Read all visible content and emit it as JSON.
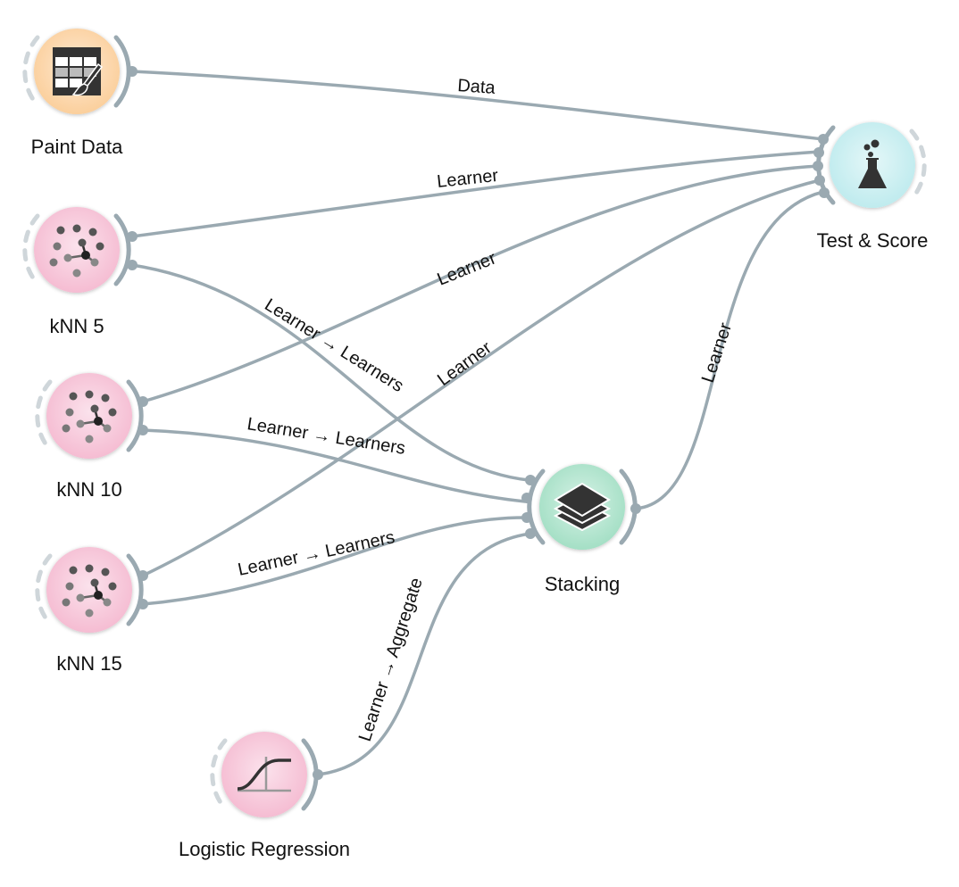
{
  "canvas": {
    "nodes": [
      {
        "id": "paint-data",
        "label": "Paint Data",
        "icon": "paint-data-icon",
        "color": "#fbd5a6"
      },
      {
        "id": "knn-5",
        "label": "kNN 5",
        "icon": "knn-icon",
        "color": "#f7c6d8"
      },
      {
        "id": "knn-10",
        "label": "kNN 10",
        "icon": "knn-icon",
        "color": "#f7c6d8"
      },
      {
        "id": "knn-15",
        "label": "kNN 15",
        "icon": "knn-icon",
        "color": "#f7c6d8"
      },
      {
        "id": "logistic-regression",
        "label": "Logistic Regression",
        "icon": "logistic-regression-icon",
        "color": "#f7c6d8"
      },
      {
        "id": "stacking",
        "label": "Stacking",
        "icon": "stacking-icon",
        "color": "#ace3cc"
      },
      {
        "id": "test-score",
        "label": "Test & Score",
        "icon": "test-score-icon",
        "color": "#c6eef0"
      }
    ],
    "links": [
      {
        "from": "paint-data",
        "to": "test-score",
        "label": "Data"
      },
      {
        "from": "knn-5",
        "to": "test-score",
        "label": "Learner"
      },
      {
        "from": "knn-10",
        "to": "test-score",
        "label": "Learner"
      },
      {
        "from": "knn-15",
        "to": "test-score",
        "label": "Learner"
      },
      {
        "from": "stacking",
        "to": "test-score",
        "label": "Learner"
      },
      {
        "from": "knn-5",
        "to": "stacking",
        "label": "Learner → Learners"
      },
      {
        "from": "knn-10",
        "to": "stacking",
        "label": "Learner → Learners"
      },
      {
        "from": "knn-15",
        "to": "stacking",
        "label": "Learner → Learners"
      },
      {
        "from": "logistic-regression",
        "to": "stacking",
        "label": "Learner → Aggregate"
      }
    ]
  }
}
